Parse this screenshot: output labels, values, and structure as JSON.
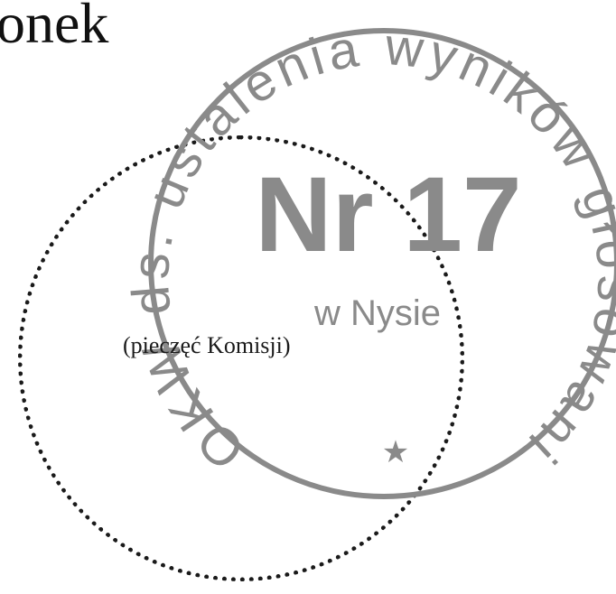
{
  "document": {
    "heading_fragment": "onek",
    "seal_placeholder_label": "(pieczęć Komisji)"
  },
  "stamp": {
    "ring_text": "OKW ds. ustalenia wyników głosowania",
    "star": "★",
    "center_number": "Nr 17",
    "center_location": "w Nysie",
    "ink_color": "#8a8a8a"
  }
}
